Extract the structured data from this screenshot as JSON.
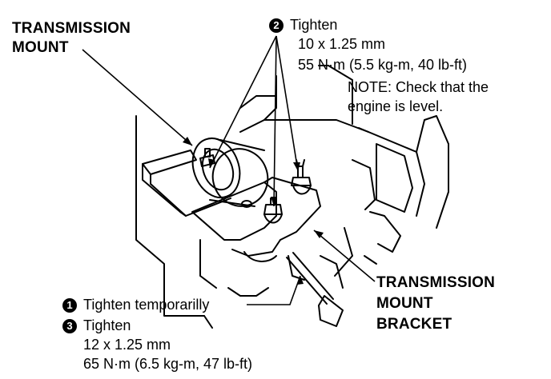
{
  "labels": {
    "transmission_mount": [
      "TRANSMISSION",
      "MOUNT"
    ],
    "transmission_mount_bracket": [
      "TRANSMISSION",
      "MOUNT",
      "BRACKET"
    ],
    "step2": {
      "number": "2",
      "action": "Tighten",
      "size": "10 x 1.25 mm",
      "torque": "55 N·m (5.5 kg-m, 40 lb-ft)"
    },
    "note": [
      "NOTE: Check that the",
      "engine is level."
    ],
    "step1": {
      "number": "1",
      "action": "Tighten temporarilly"
    },
    "step3": {
      "number": "3",
      "action": "Tighten",
      "size": "12 x 1.25 mm",
      "torque": "65 N·m (6.5 kg-m, 47 lb-ft)"
    }
  }
}
